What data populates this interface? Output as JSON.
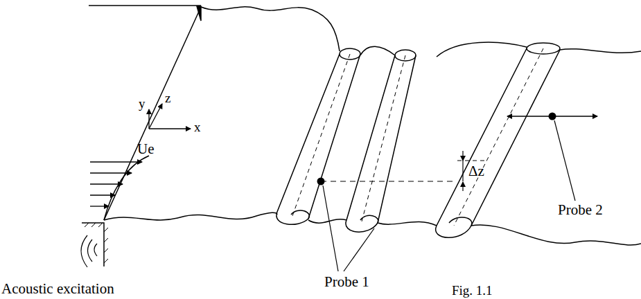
{
  "diagram": {
    "labels": [
      "y",
      "z",
      "x",
      "Ue",
      "Δz",
      "Probe 2",
      "Probe 1",
      "Acoustic excitation",
      "Fig. 1.1"
    ]
  }
}
